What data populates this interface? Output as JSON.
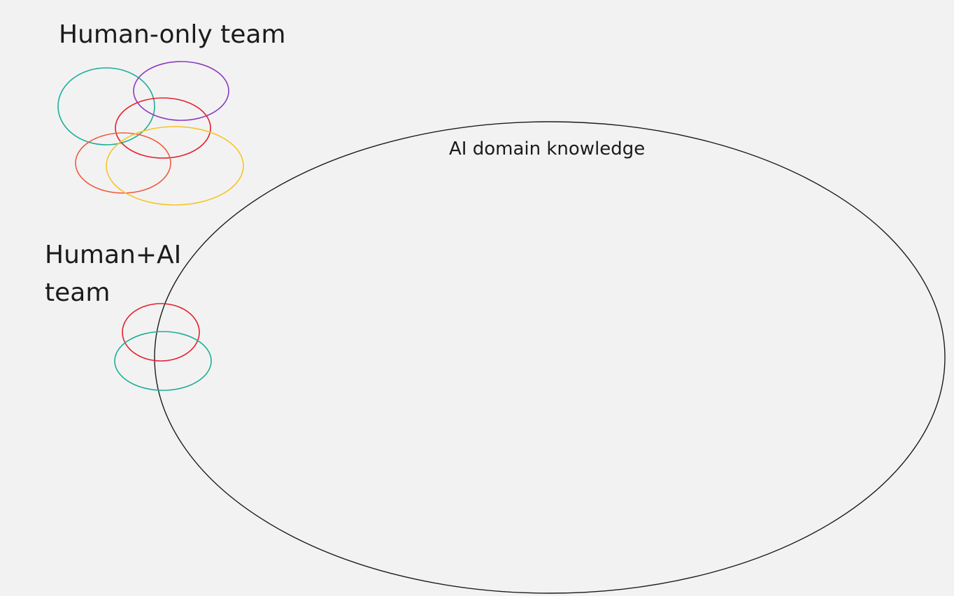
{
  "labels": {
    "human_only_team": "Human-only team",
    "human_ai_team": "Human+AI\nteam",
    "ai_domain_knowledge": "AI domain knowledge"
  },
  "colors": {
    "background": "#f3f2f3",
    "text": "#1b1b1b",
    "ai_domain_outline": "#1b1b1b",
    "member_teal": "#1aaf98",
    "member_purple": "#8a3bc1",
    "member_red": "#e3202a",
    "member_orange": "#f05a3c",
    "member_yellow": "#f5c527"
  },
  "groups": {
    "human_only_team": [
      "member_teal",
      "member_purple",
      "member_red",
      "member_orange",
      "member_yellow"
    ],
    "human_ai_team": [
      "member_red",
      "member_teal"
    ]
  }
}
